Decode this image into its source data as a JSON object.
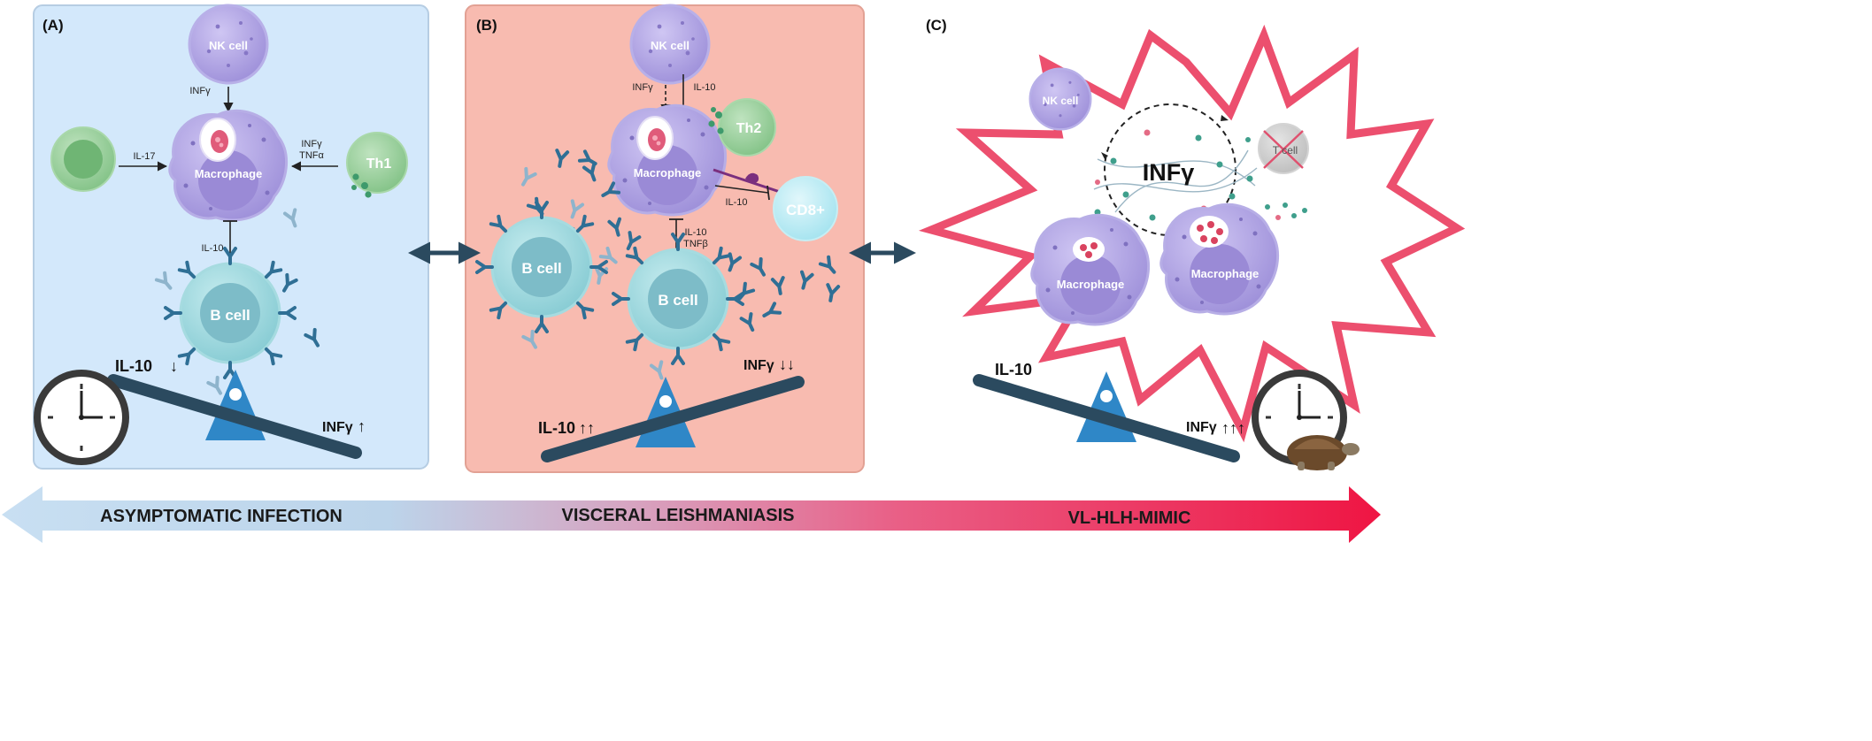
{
  "panels": {
    "a": {
      "label": "(A)",
      "nk_cell": "NK cell",
      "macrophage": "Macrophage",
      "th1": "Th1",
      "b_cell": "B cell",
      "infg_arrow": "INFγ",
      "il17_arrow": "IL-17",
      "infg_tnfa_1": "INFγ",
      "infg_tnfa_2": "TNFα",
      "il10_inhib": "IL-10",
      "seesaw_left": "IL-10",
      "seesaw_right": "INFγ"
    },
    "b": {
      "label": "(B)",
      "nk_cell": "NK cell",
      "macrophage": "Macrophage",
      "th2": "Th2",
      "cd8": "CD8+",
      "b_cell_left": "B cell",
      "b_cell_center": "B cell",
      "infg_arrow": "INFγ",
      "il10_nk": "IL-10",
      "il10_cd8": "IL-10",
      "il10_tnfb_1": "IL-10",
      "il10_tnfb_2": "TNFβ",
      "seesaw_left": "IL-10",
      "seesaw_right": "INFγ"
    },
    "c": {
      "label": "(C)",
      "nk_cell": "NK cell",
      "t_cell": "T cell",
      "infg_center": "INFγ",
      "macrophage_left": "Macrophage",
      "macrophage_right": "Macrophage",
      "seesaw_left": "IL-10",
      "seesaw_right": "INFγ"
    }
  },
  "bottom_arrow": {
    "left": "ASYMPTOMATIC INFECTION",
    "center": "VISCERAL LEISHMANIASIS",
    "right": "VL-HLH-MIMIC"
  },
  "colors": {
    "panel_a_bg": "#d3e8fb",
    "panel_b_bg": "#f8bbb0",
    "burst": "#ec4f6e",
    "seesaw_bar": "#2b4a5f",
    "seesaw_base": "#2f87c7",
    "arrow_start": "#c8dff2",
    "arrow_end": "#ef1543"
  }
}
